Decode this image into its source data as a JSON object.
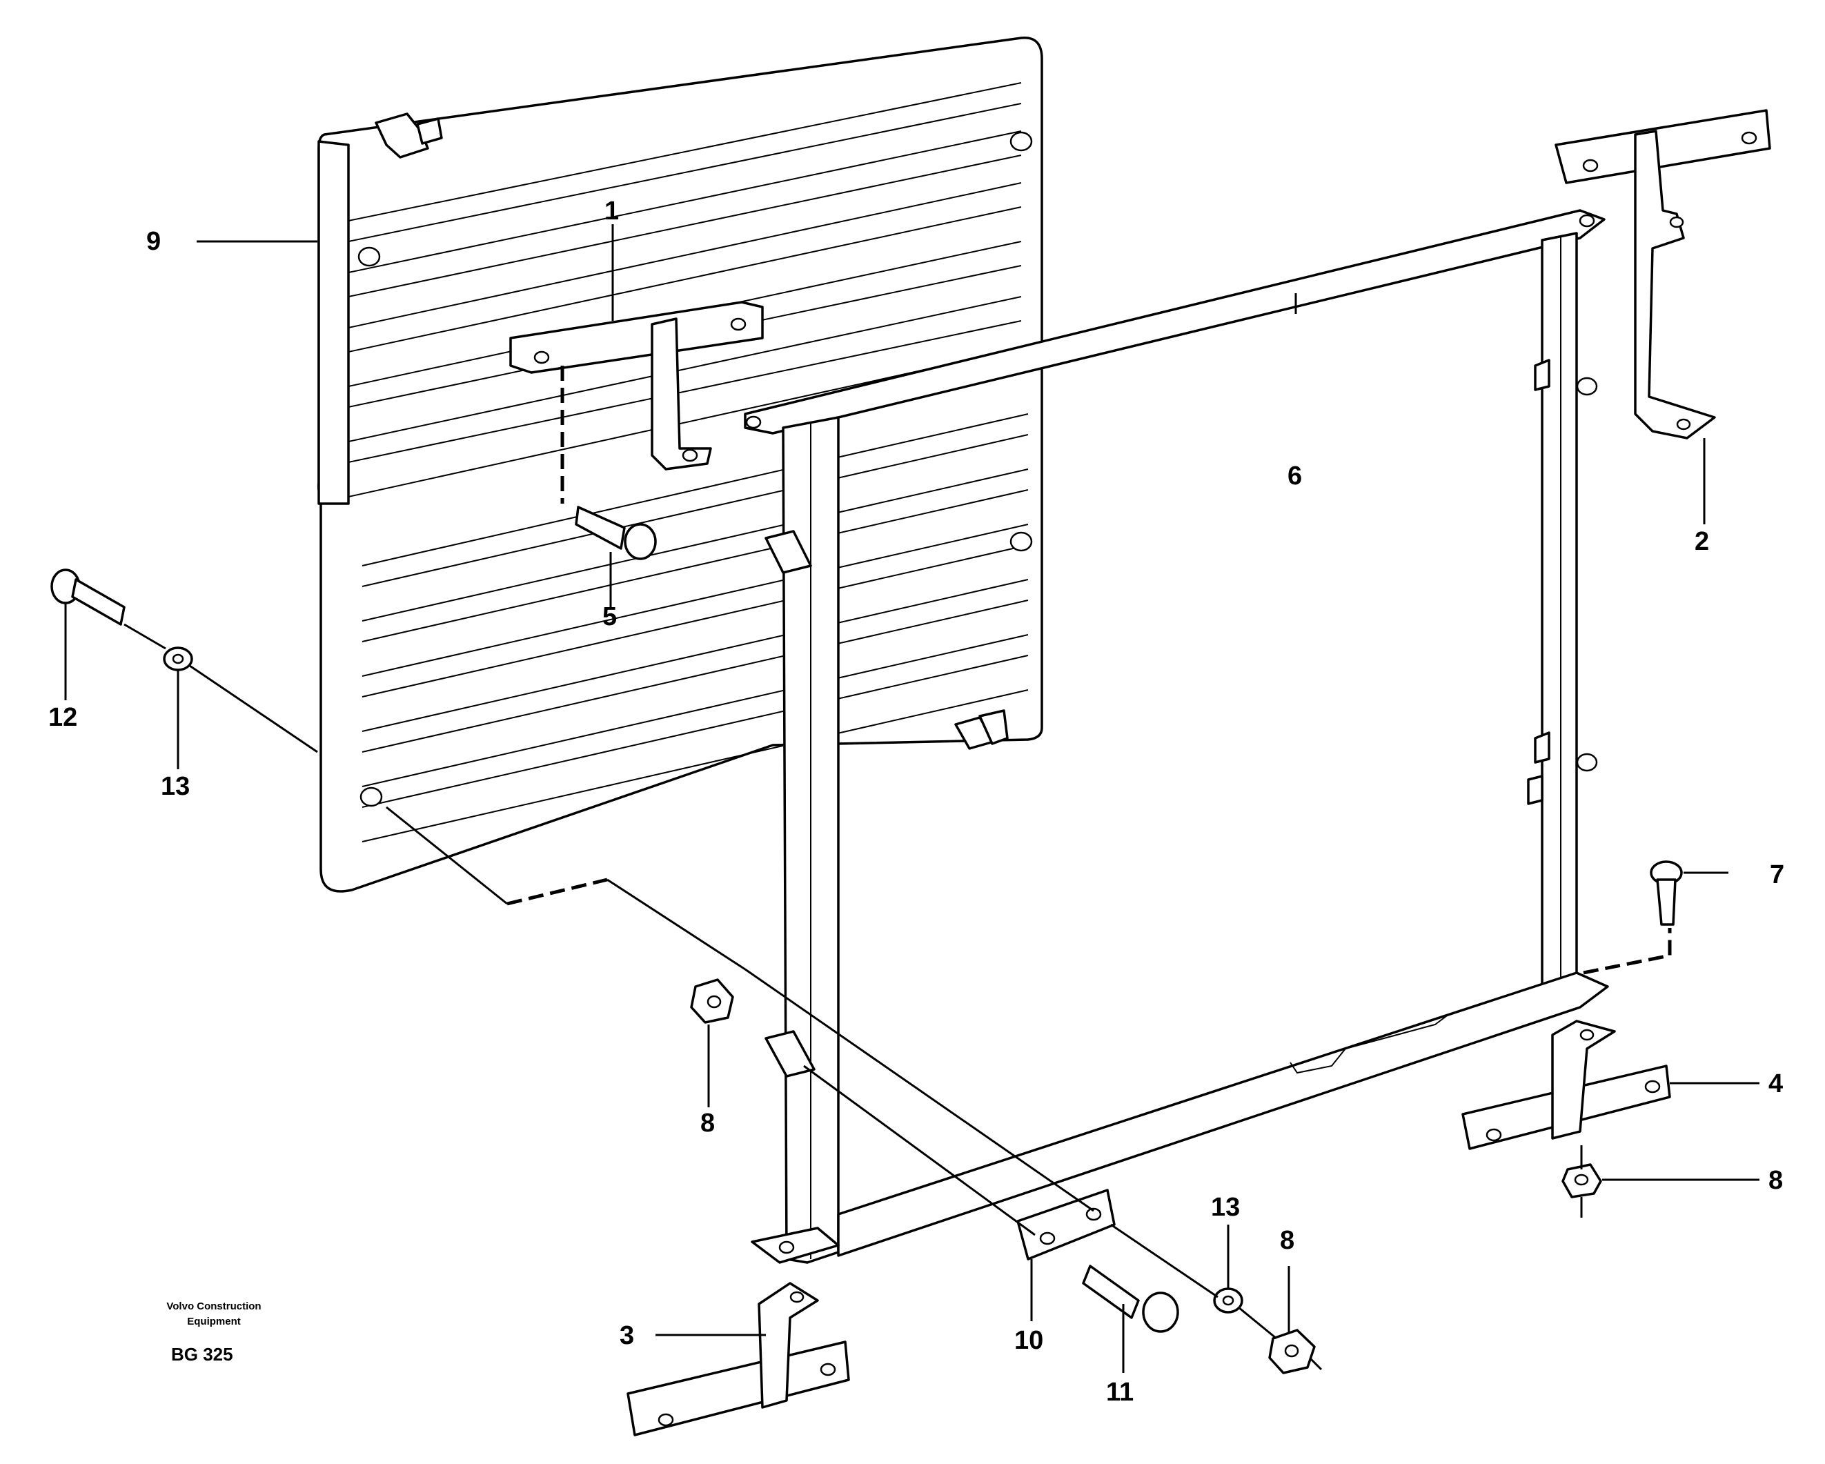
{
  "brand": {
    "company_line1": "Volvo Construction",
    "company_line2": "Equipment",
    "code": "BG 325"
  },
  "callouts": [
    "1",
    "2",
    "3",
    "4",
    "5",
    "6",
    "7",
    "8",
    "8",
    "8",
    "9",
    "10",
    "11",
    "12",
    "13",
    "13"
  ]
}
